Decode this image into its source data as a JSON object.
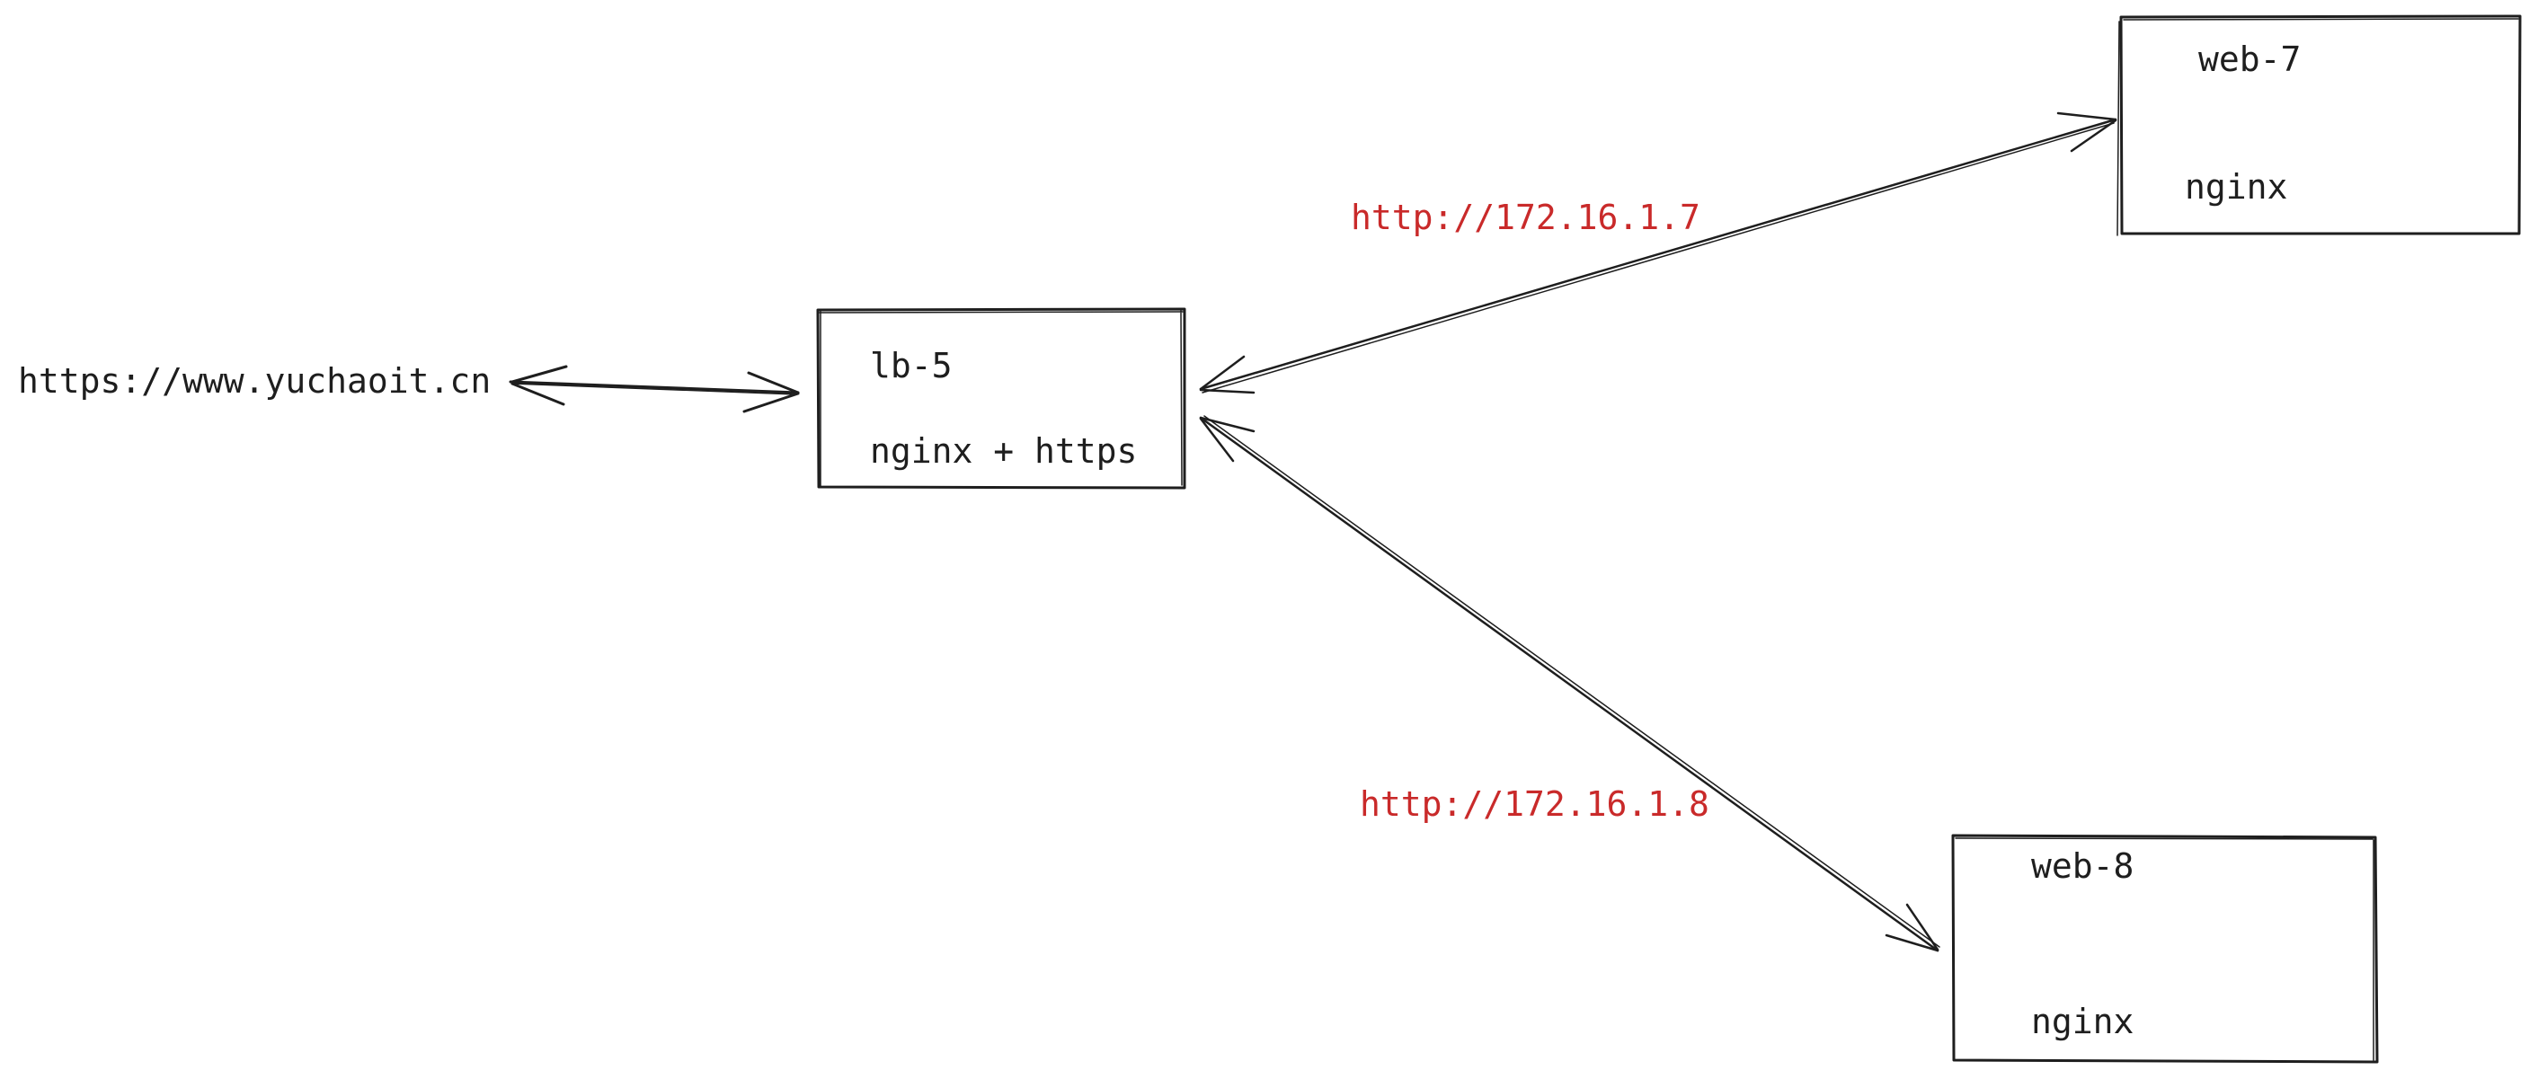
{
  "diagram": {
    "client": {
      "label": "https://www.yuchaoit.cn"
    },
    "nodes": [
      {
        "id": "lb-5",
        "title": "lb-5",
        "subtitle": "nginx + https"
      },
      {
        "id": "web-7",
        "title": "web-7",
        "subtitle": "nginx"
      },
      {
        "id": "web-8",
        "title": "web-8",
        "subtitle": "nginx"
      }
    ],
    "edges": [
      {
        "from": "client",
        "to": "lb-5",
        "label": "",
        "bidirectional": true
      },
      {
        "from": "lb-5",
        "to": "web-7",
        "label": "http://172.16.1.7",
        "bidirectional": true
      },
      {
        "from": "lb-5",
        "to": "web-8",
        "label": "http://172.16.1.8",
        "bidirectional": true
      }
    ],
    "colors": {
      "stroke": "#1e1e1e",
      "edge_label": "#c92a2a",
      "background": "#ffffff"
    }
  }
}
